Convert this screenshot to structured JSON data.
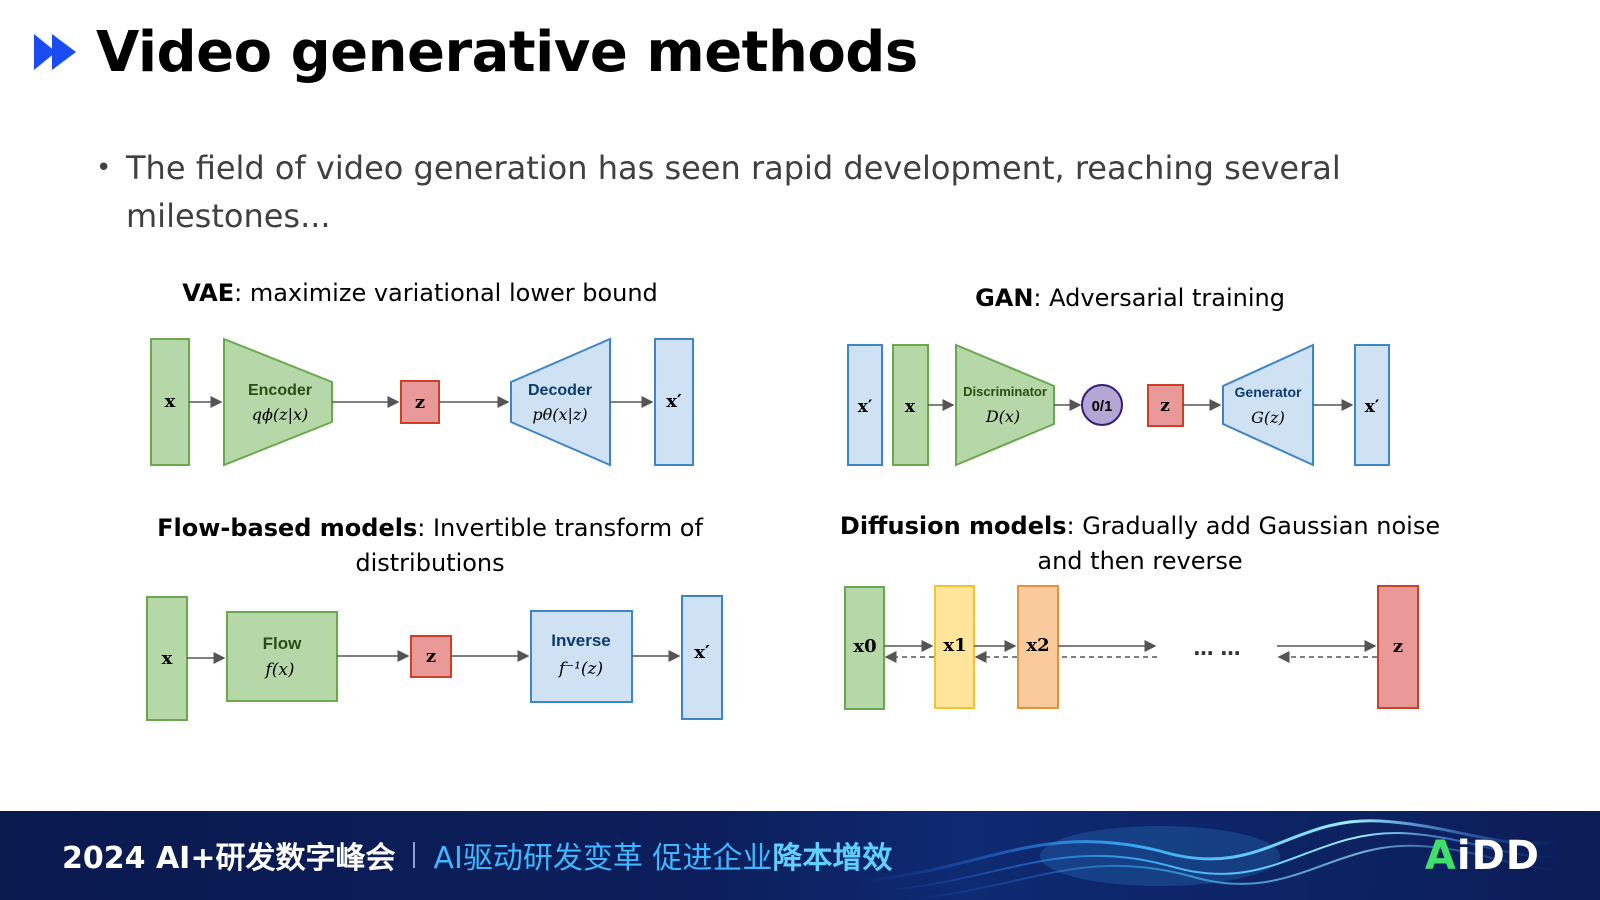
{
  "title": "Video generative methods",
  "bullet": "The field of video generation has seen rapid development, reaching several milestones...",
  "vae": {
    "caption_bold": "VAE",
    "caption_rest": ": maximize variational lower bound",
    "x": "x",
    "encoder": "Encoder",
    "encoder_fn": "qϕ(z|x)",
    "z": "z",
    "decoder": "Decoder",
    "decoder_fn": "pθ(x|z)",
    "x_out": "x′"
  },
  "gan": {
    "caption_bold": "GAN",
    "caption_rest": ": Adversarial training",
    "x_prime": "x′",
    "x": "x",
    "discriminator": "Discriminator",
    "discriminator_fn": "D(x)",
    "output": "0/1",
    "z": "z",
    "generator": "Generator",
    "generator_fn": "G(z)",
    "x_out": "x′"
  },
  "flow": {
    "caption_bold": "Flow-based models",
    "caption_rest": ": Invertible transform of",
    "caption_line2": "distributions",
    "x": "x",
    "flow": "Flow",
    "flow_fn": "f(x)",
    "z": "z",
    "inverse": "Inverse",
    "inverse_fn": "f⁻¹(z)",
    "x_out": "x′"
  },
  "diffusion": {
    "caption_bold": "Diffusion models",
    "caption_rest": ": Gradually add Gaussian noise",
    "caption_line2": "and then reverse",
    "x0": "x0",
    "x1": "x1",
    "x2": "x2",
    "ellipsis": "… …",
    "z": "z"
  },
  "footer": {
    "event": "2024 AI+研发数字峰会",
    "slogan_a": "AI驱动研发变革  促进企业",
    "slogan_b": "降本增效",
    "logo_a": "A",
    "logo_b": "iDD"
  },
  "colors": {
    "green_fill": "#b6d7a8",
    "green_stroke": "#6aa84f",
    "blue_fill": "#cfe2f3",
    "blue_stroke": "#3d85c6",
    "red_fill": "#ea9999",
    "red_stroke": "#cc4125",
    "yellow_fill": "#ffe599",
    "yellow_stroke": "#f1c232",
    "orange_fill": "#f9cb9c",
    "orange_stroke": "#e69138",
    "purple_fill": "#b4a7d6",
    "title_arrow": "#1a4cf0"
  }
}
